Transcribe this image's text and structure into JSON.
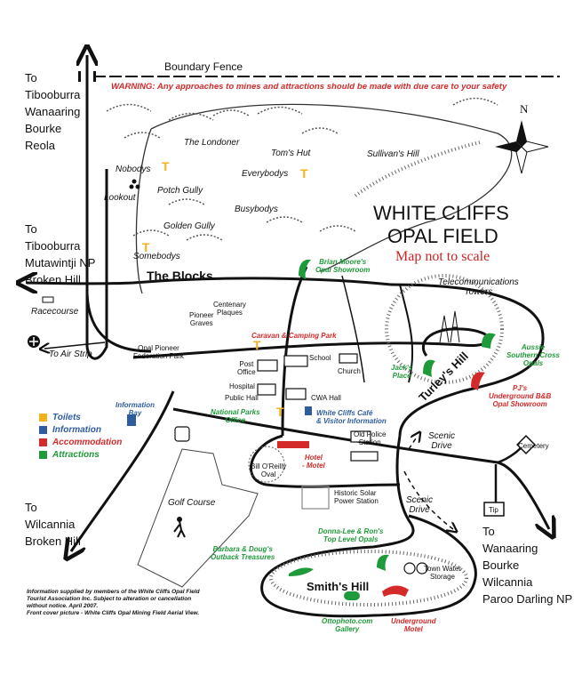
{
  "top": {
    "boundary_fence": "Boundary Fence",
    "warning": "WARNING: Any approaches to mines and attractions should be made with due care to your safety"
  },
  "title": {
    "line1": "WHITE CLIFFS",
    "line2": "OPAL FIELD",
    "scale_note": "Map not to scale"
  },
  "compass": {
    "north": "N"
  },
  "destinations": {
    "north": [
      "To",
      "Tibooburra",
      "Wanaaring",
      "Bourke",
      "Reola"
    ],
    "west": [
      "To",
      "Tibooburra",
      "Mutawintji NP",
      "Broken Hill"
    ],
    "southwest": [
      "To",
      "Wilcannia",
      "Broken Hill"
    ],
    "east": [
      "To",
      "Wanaaring",
      "Bourke",
      "Wilcannia",
      "Paroo Darling NP"
    ],
    "air_strip": "To Air Strip"
  },
  "places": {
    "the_londoner": "The Londoner",
    "toms_hut": "Tom's Hut",
    "sullivans_hill": "Sullivan's Hill",
    "nobodys": "Nobodys",
    "everybodys": "Everybodys",
    "lookout": "Lookout",
    "potch_gully": "Potch Gully",
    "busybodys": "Busybodys",
    "golden_gully": "Golden Gully",
    "somebodys": "Somebodys",
    "the_blocks": "The Blocks",
    "telecom": [
      "Telecommunications",
      "Towers"
    ],
    "racecourse": "Racecourse",
    "centenary": [
      "Centenary",
      "Plaques"
    ],
    "pioneer_graves": [
      "Pioneer",
      "Graves"
    ],
    "federation_park": [
      "Opal Pioneer",
      "Federation Park"
    ],
    "post_office": [
      "Post",
      "Office"
    ],
    "school": "School",
    "church": "Church",
    "hospital": "Hospital",
    "public_hall": "Public Hall",
    "cwa_hall": "CWA Hall",
    "turleys_hill": "Turley's Hill",
    "old_police": [
      "Old Police",
      "Station"
    ],
    "scenic_drive_1": [
      "Scenic",
      "Drive"
    ],
    "scenic_drive_2": [
      "Scenic",
      "Drive"
    ],
    "cemetery": "Cemetery",
    "oval": [
      "Bill O'Reilly",
      "Oval"
    ],
    "solar": [
      "Historic Solar",
      "Power Station"
    ],
    "golf": "Golf Course",
    "tip": "Tip",
    "town_water": [
      "Town Water",
      "Storage"
    ],
    "smiths_hill": "Smith's Hill"
  },
  "attractions": {
    "brian_moore": [
      "Brian Moore's",
      "Opal Showroom"
    ],
    "jacks_place": [
      "Jack's",
      "Place"
    ],
    "aussie_southern_cross": [
      "Aussie",
      "Southern Cross",
      "Opals"
    ],
    "national_parks": [
      "National Parks",
      "Office"
    ],
    "barbara_doug": [
      "Barbara & Doug's",
      "Outback Treasures"
    ],
    "donna_lee_ron": [
      "Donna-Lee & Ron's",
      "Top Level Opals"
    ],
    "ottophoto": [
      "Ottophoto.com",
      "Gallery"
    ]
  },
  "accommodation": {
    "caravan_park": "Caravan & Camping Park",
    "pjs": [
      "PJ's",
      "Underground B&B",
      "Opal Showroom"
    ],
    "hotel_motel": [
      "Hotel",
      "- Motel"
    ],
    "underground_motel": [
      "Underground",
      "Motel"
    ]
  },
  "information": {
    "info_bay": [
      "Information",
      "Bay"
    ],
    "visitor_info": [
      "White Cliffs Café",
      "& Visitor Information"
    ]
  },
  "legend": [
    {
      "label": "Toilets",
      "color": "#f2b21c"
    },
    {
      "label": "Information",
      "color": "#2e5c9e"
    },
    {
      "label": "Accommodation",
      "color": "#d42a2a"
    },
    {
      "label": "Attractions",
      "color": "#1f9a3a"
    }
  ],
  "footer": [
    "Information supplied by members of the White Cliffs Opal Field",
    "Tourist Association Inc. Subject to alteration or cancellation",
    "without notice. April 2007.",
    "Front cover picture - White Cliffs Opal Mining Field Aerial View."
  ]
}
